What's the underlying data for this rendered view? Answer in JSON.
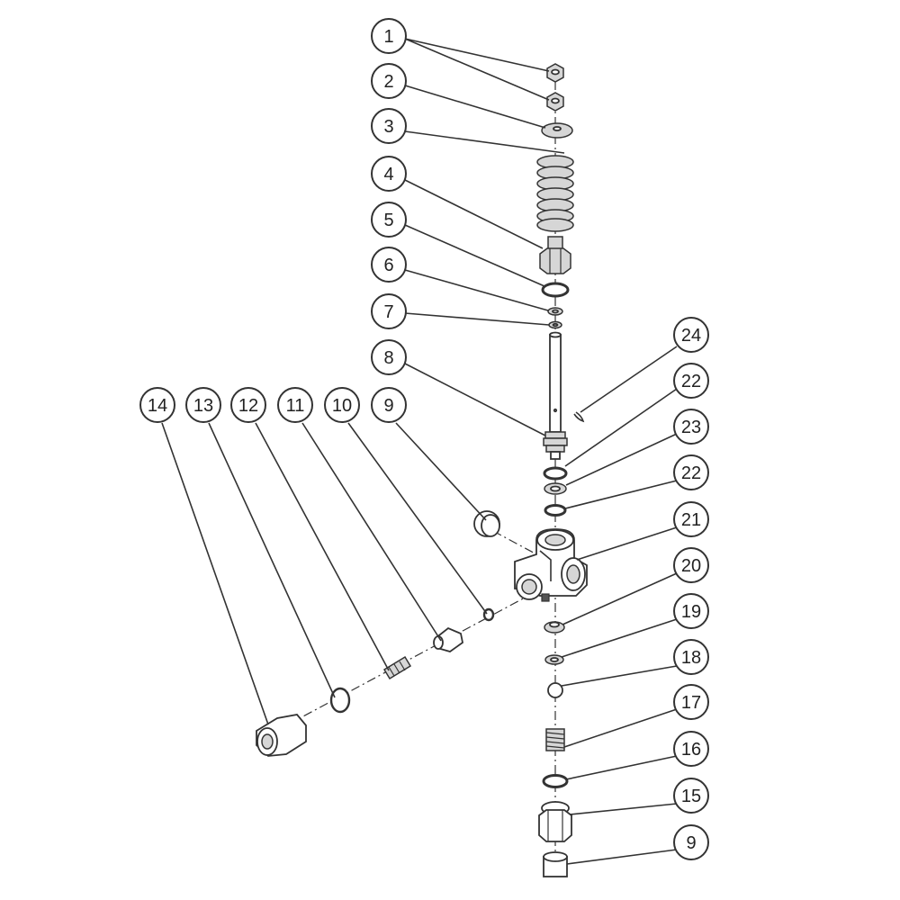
{
  "callouts": [
    {
      "id": "c1",
      "label": "1"
    },
    {
      "id": "c2",
      "label": "2"
    },
    {
      "id": "c3",
      "label": "3"
    },
    {
      "id": "c4",
      "label": "4"
    },
    {
      "id": "c5",
      "label": "5"
    },
    {
      "id": "c6",
      "label": "6"
    },
    {
      "id": "c7",
      "label": "7"
    },
    {
      "id": "c8",
      "label": "8"
    },
    {
      "id": "c9a",
      "label": "9"
    },
    {
      "id": "c10",
      "label": "10"
    },
    {
      "id": "c11",
      "label": "11"
    },
    {
      "id": "c12",
      "label": "12"
    },
    {
      "id": "c13",
      "label": "13"
    },
    {
      "id": "c14",
      "label": "14"
    },
    {
      "id": "c24",
      "label": "24"
    },
    {
      "id": "c22a",
      "label": "22"
    },
    {
      "id": "c23",
      "label": "23"
    },
    {
      "id": "c22b",
      "label": "22"
    },
    {
      "id": "c21",
      "label": "21"
    },
    {
      "id": "c20",
      "label": "20"
    },
    {
      "id": "c19",
      "label": "19"
    },
    {
      "id": "c18",
      "label": "18"
    },
    {
      "id": "c17",
      "label": "17"
    },
    {
      "id": "c16",
      "label": "16"
    },
    {
      "id": "c15",
      "label": "15"
    },
    {
      "id": "c9b",
      "label": "9"
    }
  ]
}
